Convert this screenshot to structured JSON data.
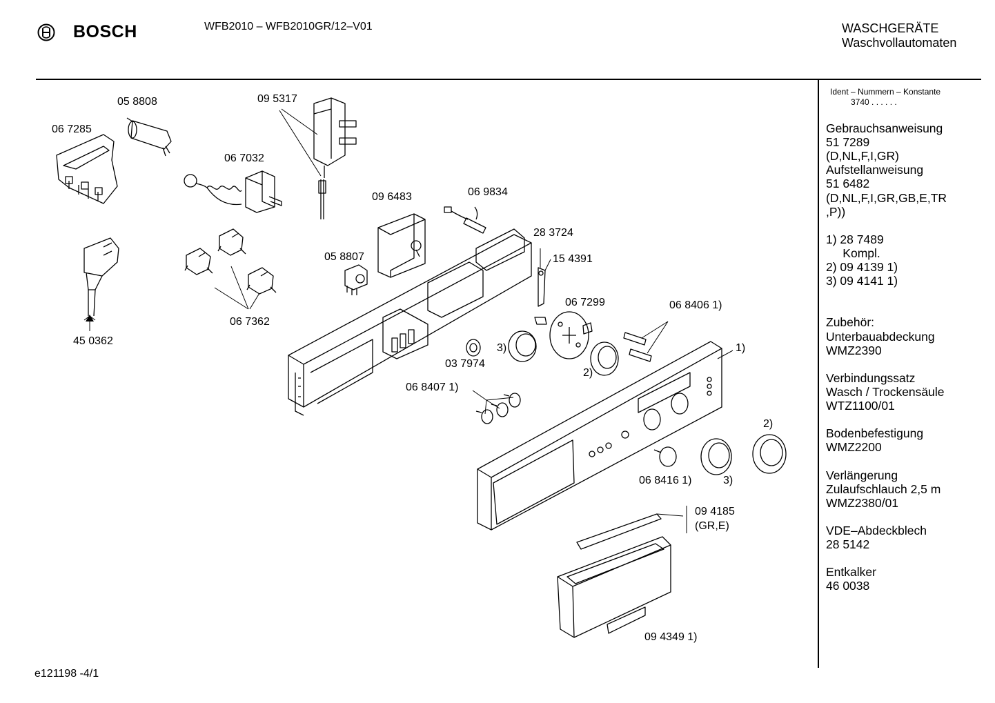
{
  "header": {
    "brand": "BOSCH",
    "model": "WFB2010 – WFB2010GR/12–V01",
    "category_line1": "WASCHGERÄTE",
    "category_line2": "Waschvollautomaten"
  },
  "part_labels": [
    "05 8808",
    "09 5317",
    "06 7285",
    "06 7032",
    "09 6483",
    "06 9834",
    "28 3724",
    "15 4391",
    "05 8807",
    "06 7362",
    "45 0362",
    "06 7299",
    "06 8406 1)",
    "1)",
    "3)",
    "03 7974",
    "2)",
    "06 8407 1)",
    "2)",
    "06 8416 1)",
    "3)",
    "09 4185",
    "(GR,E)",
    "09 4349 1)"
  ],
  "sidebar": {
    "ident_title": "Ident – Nummern – Konstante",
    "ident_value": "3740  .  .    .  .  .  .",
    "lines": [
      "Gebrauchsanweisung",
      "51 7289",
      "(D,NL,F,I,GR)",
      "Aufstellanweisung",
      "51 6482",
      "(D,NL,F,I,GR,GB,E,TR",
      ",P))",
      "",
      "1) 28 7489",
      "     Kompl.",
      "2) 09 4139 1)",
      "3) 09 4141 1)",
      "",
      "",
      "Zubehör:",
      "Unterbauabdeckung",
      "WMZ2390",
      "",
      "Verbindungssatz",
      "Wasch / Trockensäule",
      "WTZ1100/01",
      "",
      "Bodenbefestigung",
      "WMZ2200",
      "",
      "Verlängerung",
      "Zulaufschlauch 2,5 m",
      "WMZ2380/01",
      "",
      "VDE–Abdeckblech",
      "28 5142",
      "",
      "Entkalker",
      "46 0038"
    ]
  },
  "footer": {
    "code": "e121198   -4/1"
  }
}
